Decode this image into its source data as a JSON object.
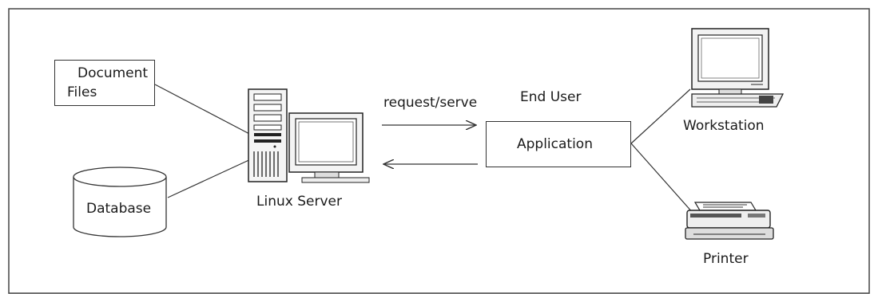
{
  "nodes": {
    "document_files": {
      "line1": "Document",
      "line2": "Files"
    },
    "database": {
      "label": "Database"
    },
    "linux_server": {
      "label": "Linux Server"
    },
    "application": {
      "label": "Application"
    },
    "end_user": {
      "label": "End User"
    },
    "workstation": {
      "label": "Workstation"
    },
    "printer": {
      "label": "Printer"
    }
  },
  "edges": {
    "request_serve": {
      "label": "request/serve"
    }
  },
  "icons": {
    "server": "server-tower-icon",
    "monitor": "monitor-icon",
    "workstation": "workstation-computer-icon",
    "printer": "printer-icon"
  }
}
